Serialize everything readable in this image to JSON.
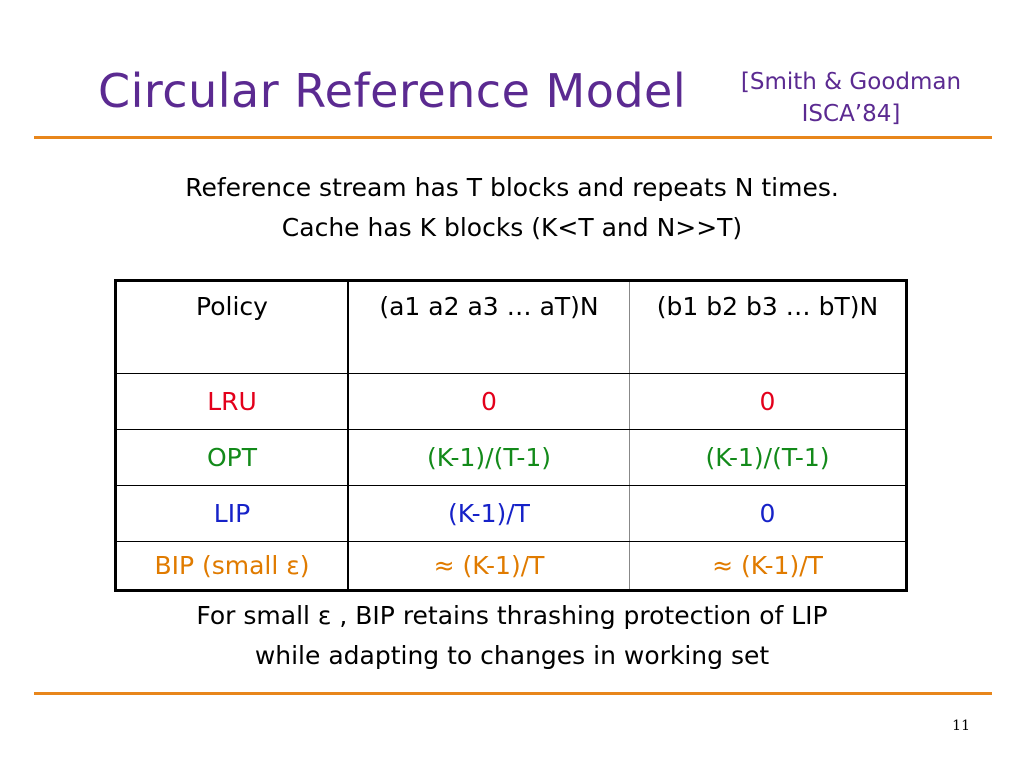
{
  "slide": {
    "title": "Circular Reference Model",
    "citation_line1": "[Smith & Goodman",
    "citation_line2": "ISCA’84]",
    "intro_line1": "Reference stream has T blocks and repeats N times.",
    "intro_line2": "Cache has K blocks (K<T and N>>T)",
    "note_line1": "For small ε , BIP retains thrashing protection of LIP",
    "note_line2": "while adapting to changes in working set",
    "page_number": "11"
  },
  "table": {
    "headers": [
      "Policy",
      "(a1 a2 a3 … aT)N",
      "(b1 b2 b3 … bT)N"
    ],
    "rows": [
      {
        "policy": "LRU",
        "col1": "0",
        "col2": "0",
        "color": "#e3001b"
      },
      {
        "policy": "OPT",
        "col1": "(K-1)/(T-1)",
        "col2": "(K-1)/(T-1)",
        "color": "#138a1a"
      },
      {
        "policy": "LIP",
        "col1": "(K-1)/T",
        "col2": "0",
        "color": "#1622c8"
      },
      {
        "policy": "BIP (small ε)",
        "col1": "≈ (K-1)/T",
        "col2": "≈ (K-1)/T",
        "color": "#e07b00"
      }
    ]
  }
}
